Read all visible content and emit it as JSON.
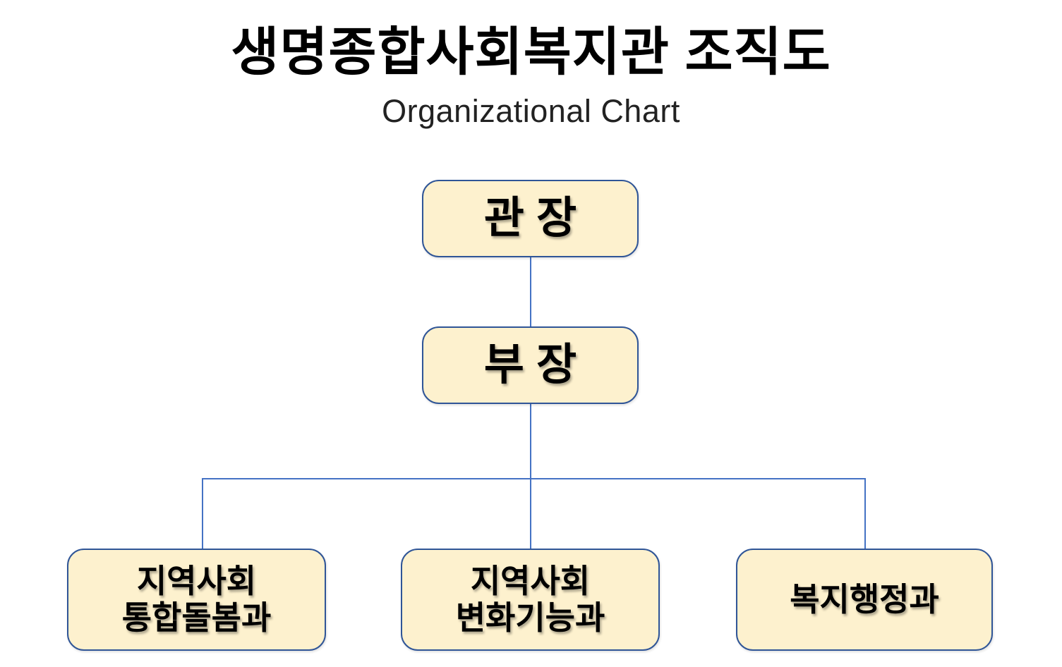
{
  "title": "생명종합사회복지관 조직도",
  "subtitle": "Organizational Chart",
  "colors": {
    "box_fill": "#FDF1CE",
    "box_border": "#2F5597",
    "connector": "#4472C4",
    "text": "#000000",
    "subtitle_color": "#222222",
    "background": "#FFFFFF"
  },
  "nodes": {
    "director": {
      "label": "관 장"
    },
    "manager": {
      "label": "부 장"
    },
    "departments": [
      {
        "label": "지역사회\n통합돌봄과"
      },
      {
        "label": "지역사회\n변화기능과"
      },
      {
        "label": "복지행정과"
      }
    ]
  }
}
